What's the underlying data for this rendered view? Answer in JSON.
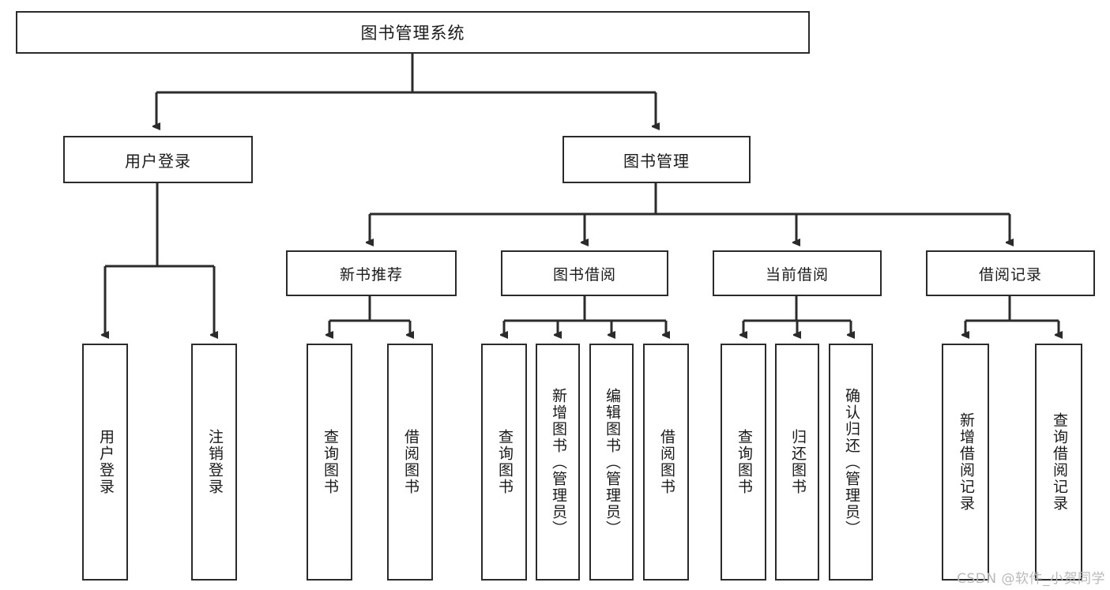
{
  "diagram": {
    "title": "图书管理系统",
    "watermark": "CSDN @软件_小贺同学",
    "colors": {
      "background": "#ffffff",
      "box_border": "#2b2b2b",
      "box_fill": "#ffffff",
      "edge": "#2b2b2b",
      "text": "#1a1a1a",
      "watermark": "#b9b9b9"
    },
    "root": {
      "label": "图书管理系统"
    },
    "level1": [
      {
        "label": "用户登录"
      },
      {
        "label": "图书管理"
      }
    ],
    "level2": [
      {
        "label": "新书推荐"
      },
      {
        "label": "图书借阅"
      },
      {
        "label": "当前借阅"
      },
      {
        "label": "借阅记录"
      }
    ],
    "leaves": {
      "user_login": [
        {
          "label": "用户登录"
        },
        {
          "label": "注销登录"
        }
      ],
      "new_book_recommend": [
        {
          "label": "查询图书"
        },
        {
          "label": "借阅图书"
        }
      ],
      "book_borrow": [
        {
          "label": "查询图书"
        },
        {
          "label": "新增图书（管理员）"
        },
        {
          "label": "编辑图书（管理员）"
        },
        {
          "label": "借阅图书"
        }
      ],
      "current_borrow": [
        {
          "label": "查询图书"
        },
        {
          "label": "归还图书"
        },
        {
          "label": "确认归还（管理员）"
        }
      ],
      "borrow_record": [
        {
          "label": "新增借阅记录"
        },
        {
          "label": "查询借阅记录"
        }
      ]
    }
  }
}
